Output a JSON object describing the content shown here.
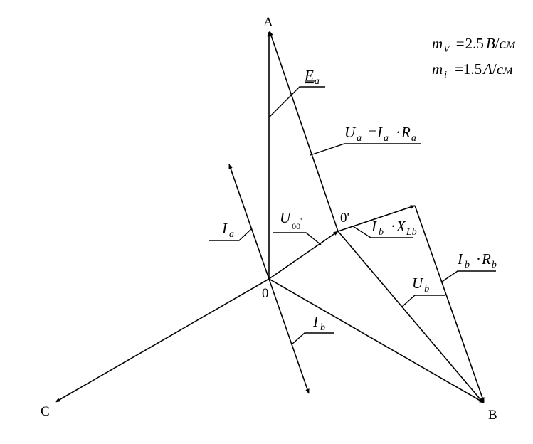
{
  "points": {
    "A": "A",
    "B": "B",
    "C": "C",
    "O": "0",
    "O_prime": "0'"
  },
  "labels": {
    "Ea": {
      "main": "E",
      "sub": "a"
    },
    "Ua": {
      "U": "U",
      "U_sub": "a",
      "eq": "=",
      "I": "I",
      "I_sub": "a",
      "dot": "·",
      "R": "R",
      "R_sub": "a"
    },
    "Ia": {
      "main": "I",
      "sub": "a"
    },
    "U00": {
      "main": "U",
      "sub": "00",
      "prime": "'"
    },
    "IbXLb": {
      "I": "I",
      "I_sub": "b",
      "dot": "·",
      "X": "X",
      "X_sub": "Lb"
    },
    "IbRb": {
      "I": "I",
      "I_sub": "b",
      "dot": "·",
      "R": "R",
      "R_sub": "b"
    },
    "Ub": {
      "main": "U",
      "sub": "b"
    },
    "Ib": {
      "main": "I",
      "sub": "b"
    }
  },
  "scales": {
    "mv": {
      "m": "m",
      "sub": "V",
      "eq": "=",
      "value": "2.5",
      "unit_num": "В",
      "slash": "/",
      "unit_den": "см"
    },
    "mi": {
      "m": "m",
      "sub": "i",
      "eq": "=",
      "value": "1.5",
      "unit_num": "А",
      "slash": "/",
      "unit_den": "см"
    }
  }
}
